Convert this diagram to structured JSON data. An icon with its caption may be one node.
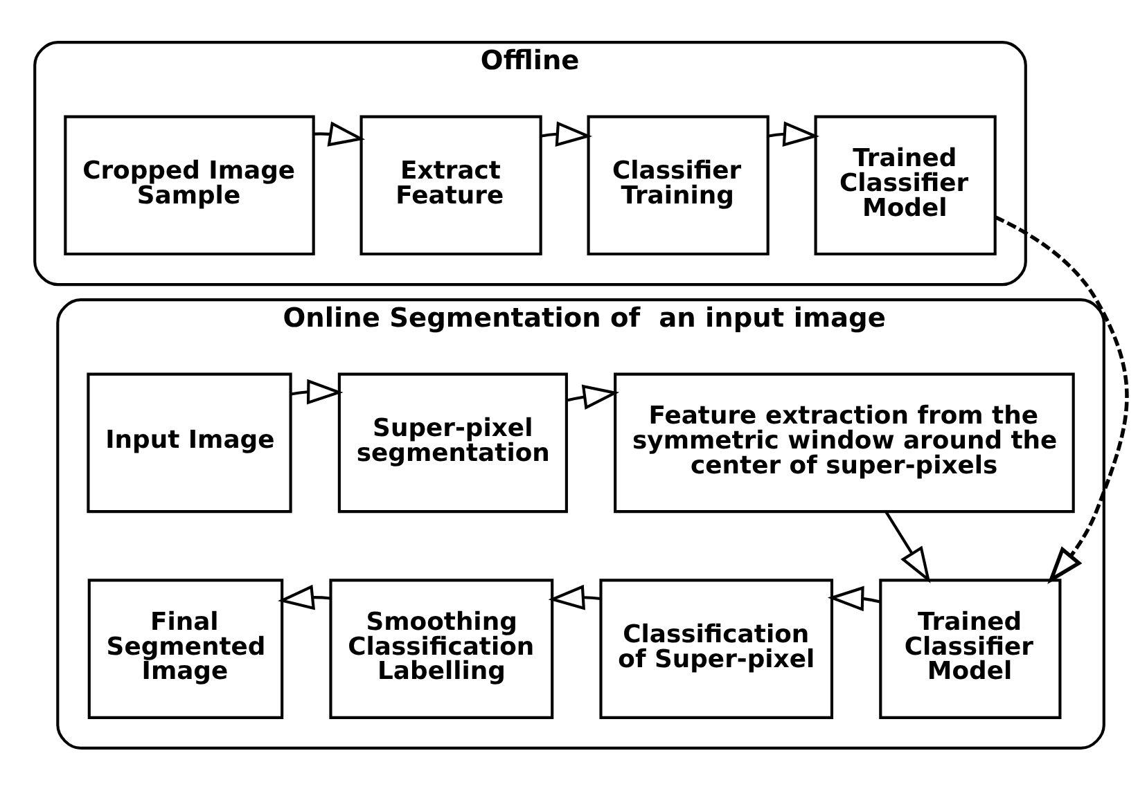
{
  "diagram": {
    "nodes": [
      {
        "text": [
          "Offline"
        ]
      },
      {
        "text": [
          "Cropped Image Sample"
        ],
        "in": 0
      },
      {
        "text": [
          "Extract Feature"
        ],
        "in": 0
      },
      {
        "text": [
          "Classifier Training"
        ],
        "in": 0
      },
      {
        "text": [
          "Trained Classifier Model"
        ],
        "in": 0
      },
      {
        "text": [
          "Online Segmentation of  an input image"
        ]
      },
      {
        "text": [
          "Input Image"
        ],
        "in": 5
      },
      {
        "text": [
          "Super-pixel segmentation"
        ],
        "in": 5
      },
      {
        "text": [
          "Feature extraction from the symmetric window around the center of super-pixels"
        ],
        "in": 5
      },
      {
        "text": [
          "Trained Classifier Model"
        ],
        "in": 5
      },
      {
        "text": [
          "Classification of Super-pixel"
        ],
        "in": 5
      },
      {
        "text": [
          "Smoothing Classification Labelling"
        ],
        "in": 5
      },
      {
        "text": [
          "Final Segmented Image"
        ],
        "in": 5
      }
    ],
    "edges": [
      {
        "from": 1,
        "to": 2,
        "arrow": "to"
      },
      {
        "from": 2,
        "to": 3,
        "arrow": "to"
      },
      {
        "from": 3,
        "to": 4,
        "arrow": "to"
      },
      {
        "from": 4,
        "to": 9,
        "arrow": "to",
        "style": "dashed"
      },
      {
        "from": 6,
        "to": 7,
        "arrow": "to"
      },
      {
        "from": 7,
        "to": 8,
        "arrow": "to"
      },
      {
        "from": 8,
        "to": 9,
        "arrow": "to"
      },
      {
        "from": 9,
        "to": 10,
        "arrow": "to"
      },
      {
        "from": 10,
        "to": 11,
        "arrow": "to"
      },
      {
        "from": 11,
        "to": 12,
        "arrow": "to"
      }
    ]
  }
}
